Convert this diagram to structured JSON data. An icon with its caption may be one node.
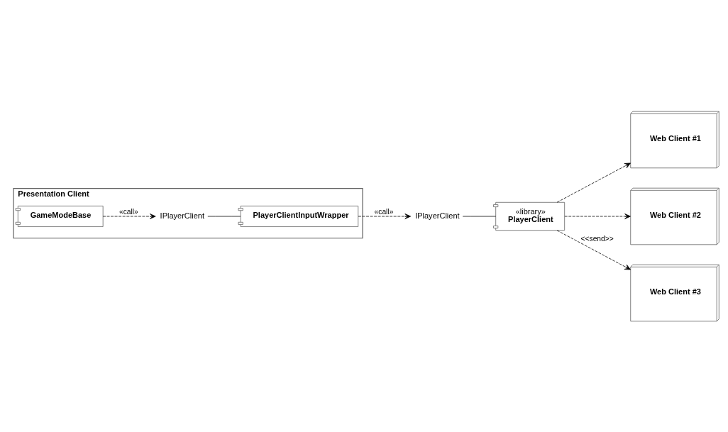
{
  "diagram": {
    "nodes": [
      {
        "text": [
          "Presentation Client"
        ]
      },
      {
        "text": [
          "GameModeBase"
        ],
        "in": 0
      },
      {
        "text": [
          "PlayerClientInputWrapper"
        ],
        "in": 0
      },
      {
        "text": [
          "IPlayerClient"
        ],
        "in": 0
      },
      {
        "text": [
          "«library»",
          "PlayerClient"
        ]
      },
      {
        "text": [
          "IPlayerClient"
        ]
      },
      {
        "text": [
          "Web Client #1"
        ]
      },
      {
        "text": [
          "Web Client #2"
        ]
      },
      {
        "text": [
          "Web Client #3"
        ]
      }
    ],
    "edges": [
      {
        "from": 1,
        "to": 3,
        "arrow": "to",
        "style": "dashed",
        "label": "«call»"
      },
      {
        "from": 3,
        "to": 2,
        "arrow": "none"
      },
      {
        "from": 2,
        "to": 5,
        "arrow": "to",
        "style": "dashed",
        "label": "«call»"
      },
      {
        "from": 5,
        "to": 4,
        "arrow": "none"
      },
      {
        "from": 4,
        "to": 6,
        "arrow": "to",
        "style": "dashed"
      },
      {
        "from": 4,
        "to": 7,
        "arrow": "to",
        "style": "dashed"
      },
      {
        "from": 4,
        "to": 8,
        "arrow": "to",
        "style": "dashed",
        "label": "<<send>>"
      }
    ]
  }
}
